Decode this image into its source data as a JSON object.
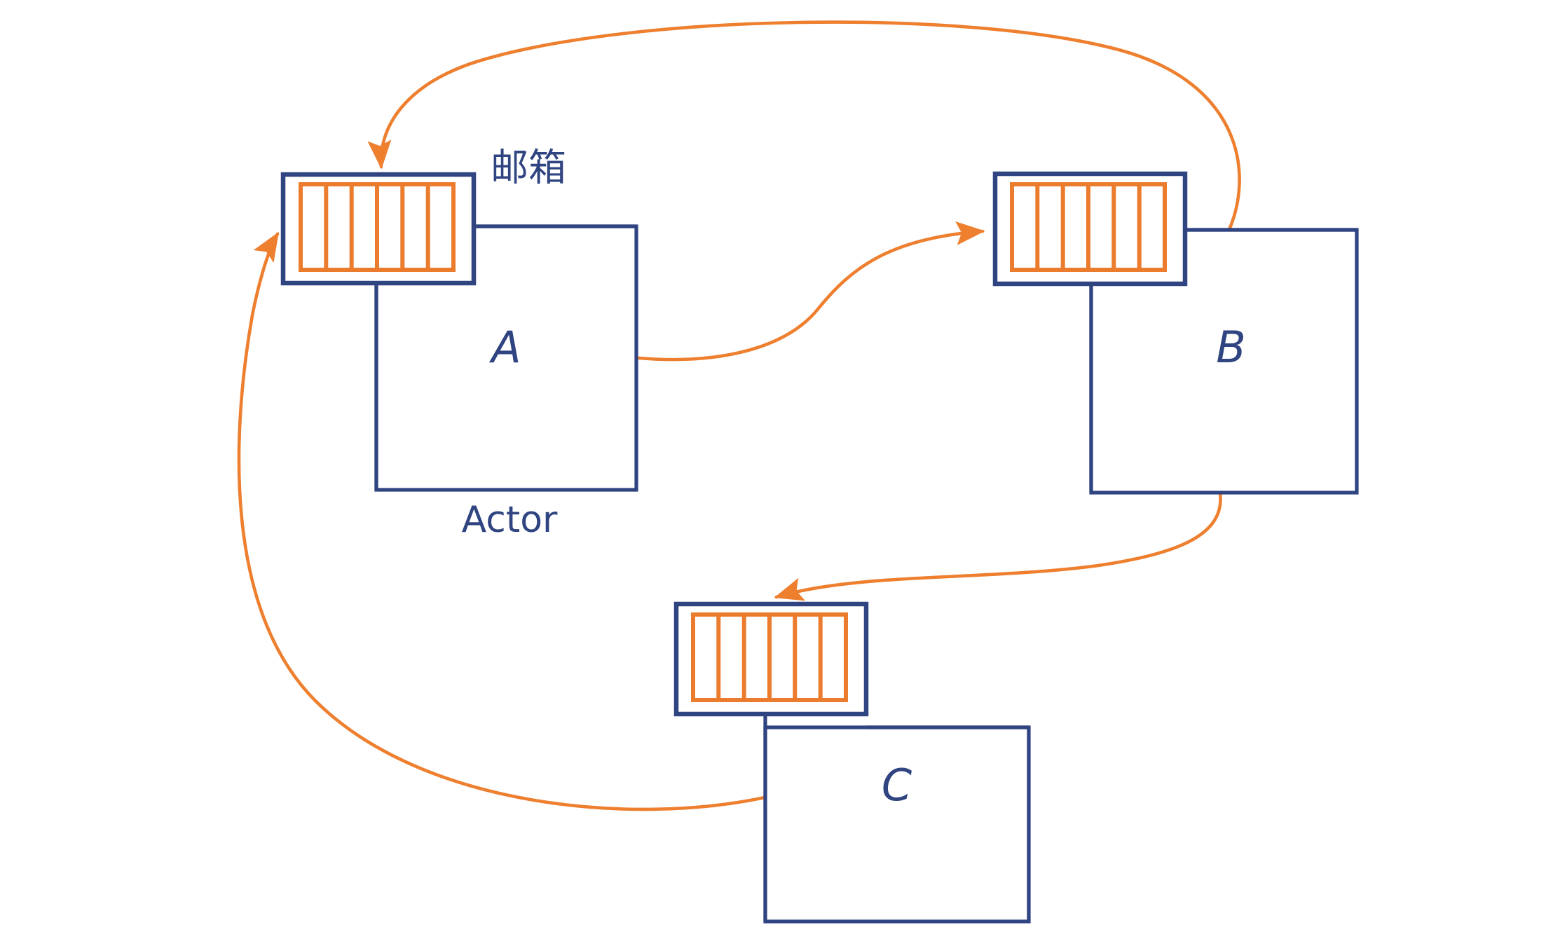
{
  "diagram": {
    "title": "Actor model message passing diagram",
    "background_color": "#ffffff",
    "colors": {
      "node_stroke": "#2f4480",
      "mailbox_stroke": "#ec7c2d",
      "arrow_stroke": "#ee7f2f",
      "label_text": "#2f4480"
    },
    "annotations": {
      "mailbox_label": "邮箱",
      "actor_label": "Actor"
    },
    "nodes": [
      {
        "id": "A",
        "label": "A",
        "mailbox_cells": 6,
        "mailbox_label_ref": "邮箱",
        "caption": "Actor"
      },
      {
        "id": "B",
        "label": "B",
        "mailbox_cells": 6
      },
      {
        "id": "C",
        "label": "C",
        "mailbox_cells": 6
      }
    ],
    "edges": [
      {
        "id": "a-to-b",
        "from": "A",
        "to": "B",
        "to_port": "mailbox",
        "style": "curved-arrow"
      },
      {
        "id": "b-to-c",
        "from": "B",
        "to": "C",
        "to_port": "mailbox",
        "style": "curved-arrow"
      },
      {
        "id": "c-to-a",
        "from": "C",
        "to": "A",
        "to_port": "mailbox",
        "style": "curved-arrow"
      },
      {
        "id": "b-to-a",
        "from": "B",
        "to": "A",
        "to_port": "mailbox",
        "style": "curved-arrow"
      }
    ]
  }
}
